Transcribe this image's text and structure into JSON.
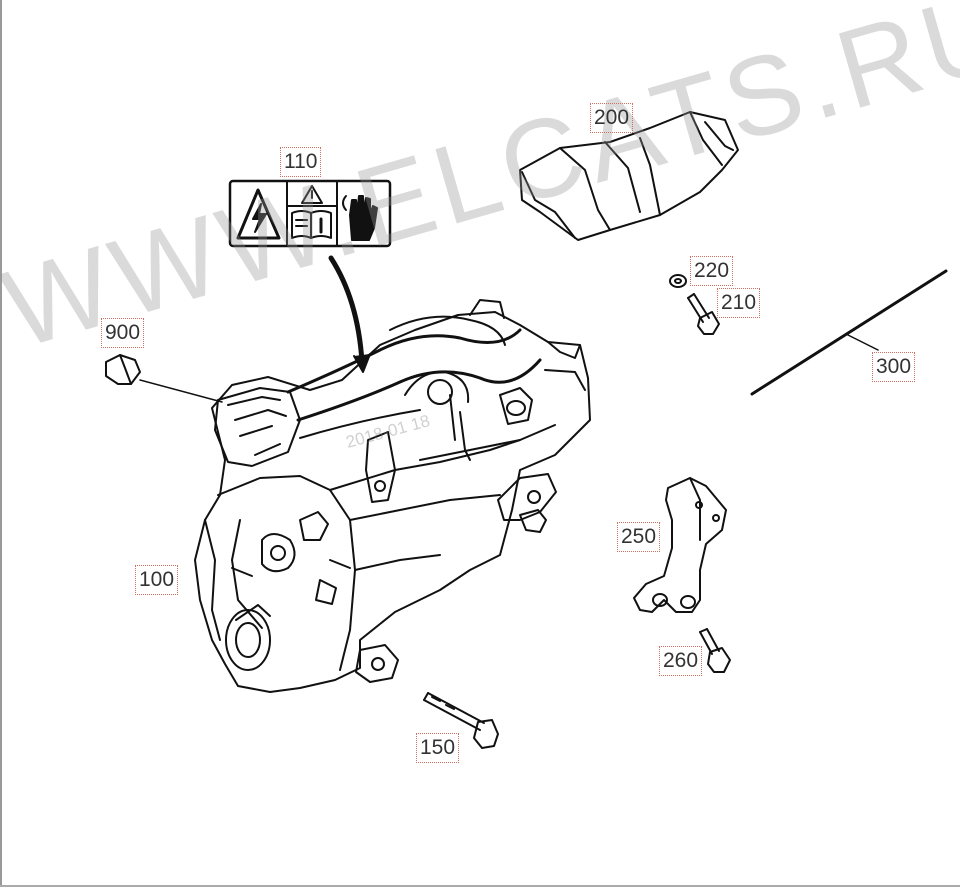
{
  "watermark": "WWW.ELCATS.RU",
  "stamp_text": "2018-01 18",
  "callouts": {
    "c100": "100",
    "c110": "110",
    "c150": "150",
    "c200": "200",
    "c210": "210",
    "c220": "220",
    "c250": "250",
    "c260": "260",
    "c300": "300",
    "c900": "900"
  },
  "colors": {
    "line": "#111111",
    "callout_border": "#d07060",
    "watermark": "#969696"
  },
  "icons": [
    "electrical-hazard-icon",
    "caution-triangle-icon",
    "manual-info-icon",
    "hand-warning-icon"
  ]
}
